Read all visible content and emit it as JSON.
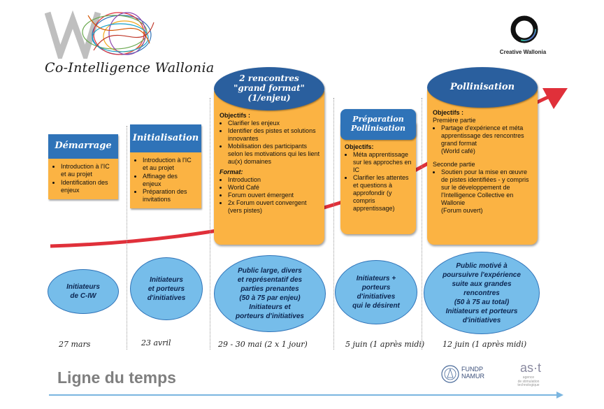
{
  "header": {
    "logo_text": "Co-Intelligence Wallonia",
    "partner_logo_label": "Creative Wallonia"
  },
  "phases": [
    {
      "title": "Démarrage",
      "items": [
        "Introduction à l'IC et au projet",
        "Identification des enjeux"
      ]
    },
    {
      "title": "Initialisation",
      "items": [
        "Introduction à l'IC et au projet",
        "Affinage des enjeux",
        "Préparation des invitations"
      ]
    },
    {
      "title": "2 rencontres \"grand format\" (1/enjeu)",
      "objectifs_label": "Objectifs :",
      "objectifs": [
        "Clarifier les enjeux",
        "Identifier des pistes et solutions innovantes",
        "Mobilisation des participants selon les motivations qui les lient au(x) domaines"
      ],
      "format_label": "Format:",
      "format": [
        "Introduction",
        "World Café",
        "Forum ouvert émergent",
        "2x Forum ouvert convergent (vers pistes)"
      ]
    },
    {
      "title": "Préparation Pollinisation",
      "objectifs_label": "Objectifs:",
      "objectifs": [
        "Méta apprentissage sur les approches en IC",
        "Clarifier les attentes  et questions à approfondir (y compris apprentissage)"
      ]
    },
    {
      "title": "Pollinisation",
      "objectifs_label": "Objectifs :",
      "part1_label": "Première partie",
      "part1": [
        "Partage d'expérience et méta apprentissage des rencontres grand format"
      ],
      "part1_note": "(World café)",
      "part2_label": "Seconde partie",
      "part2": [
        "Soutien pour la mise en œuvre de pistes identifiées - y compris sur le développement de l'Intelligence Collective en Wallonie"
      ],
      "part2_note": "(Forum ouvert)"
    }
  ],
  "audiences": [
    "Initiateurs\nde C-IW",
    "Initiateurs\net porteurs\nd'initiatives",
    "Public large, divers\net représentatif des\nparties prenantes\n(50 à 75 par enjeu)\nInitiateurs et\nporteurs d'initiatives",
    "Initiateurs +\nporteurs\nd'initiatives\nqui le désirent",
    "Public motivé à\npoursuivre l'expérience\nsuite aux grandes\nrencontres\n(50 à 75 au total)\nInitiateurs et porteurs\nd'initiatives"
  ],
  "dates": [
    "27 mars",
    "23 avril",
    "29 - 30 mai (2 x 1 jour)",
    "5 juin (1 après midi)",
    "12 juin (1 après midi)"
  ],
  "footer": {
    "title": "Ligne du temps",
    "fundp_label": "FUNDP\nNAMUR",
    "ast_label": "as·t",
    "ast_sub": "agence\nde stimulation\ntechnologique"
  },
  "colors": {
    "title_blue": "#2f73b8",
    "oval_blue": "#2a5f9e",
    "orange": "#fbb343",
    "light_blue": "#76bdea",
    "arrow_red": "#e0303a",
    "footer_line": "#7bb6e0"
  }
}
